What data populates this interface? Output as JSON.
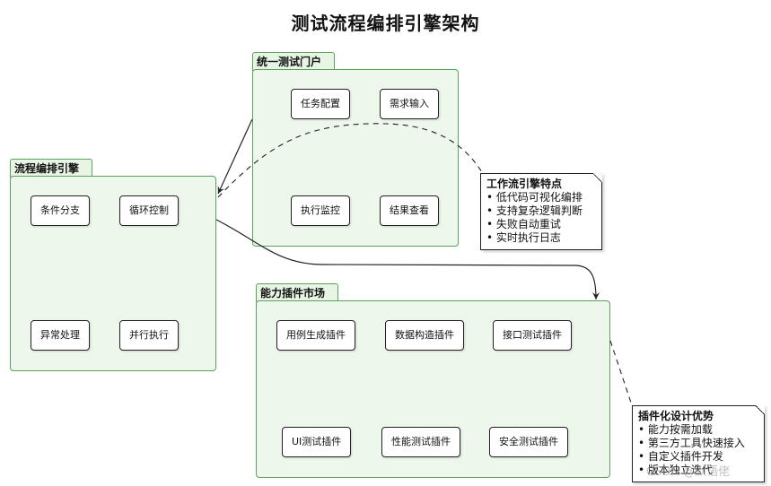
{
  "title": "测试流程编排引擎架构",
  "packages": {
    "portal": {
      "label": "统一测试门户",
      "nodes": [
        "任务配置",
        "需求输入",
        "执行监控",
        "结果查看"
      ]
    },
    "engine": {
      "label": "流程编排引擎",
      "nodes": [
        "条件分支",
        "循环控制",
        "异常处理",
        "并行执行"
      ]
    },
    "market": {
      "label": "能力插件市场",
      "nodes": [
        "用例生成插件",
        "数据构造插件",
        "接口测试插件",
        "UI测试插件",
        "性能测试插件",
        "安全测试插件"
      ]
    }
  },
  "notes": {
    "engine_features": {
      "title": "工作流引擎特点",
      "items": [
        "低代码可视化编排",
        "支持复杂逻辑判断",
        "失败自动重试",
        "实时执行日志"
      ]
    },
    "plugin_advantages": {
      "title": "插件化设计优势",
      "items": [
        "能力按需加载",
        "第三方工具快速接入",
        "自定义插件开发",
        "版本独立迭代"
      ]
    }
  },
  "watermark": "CSDN @默语佬"
}
